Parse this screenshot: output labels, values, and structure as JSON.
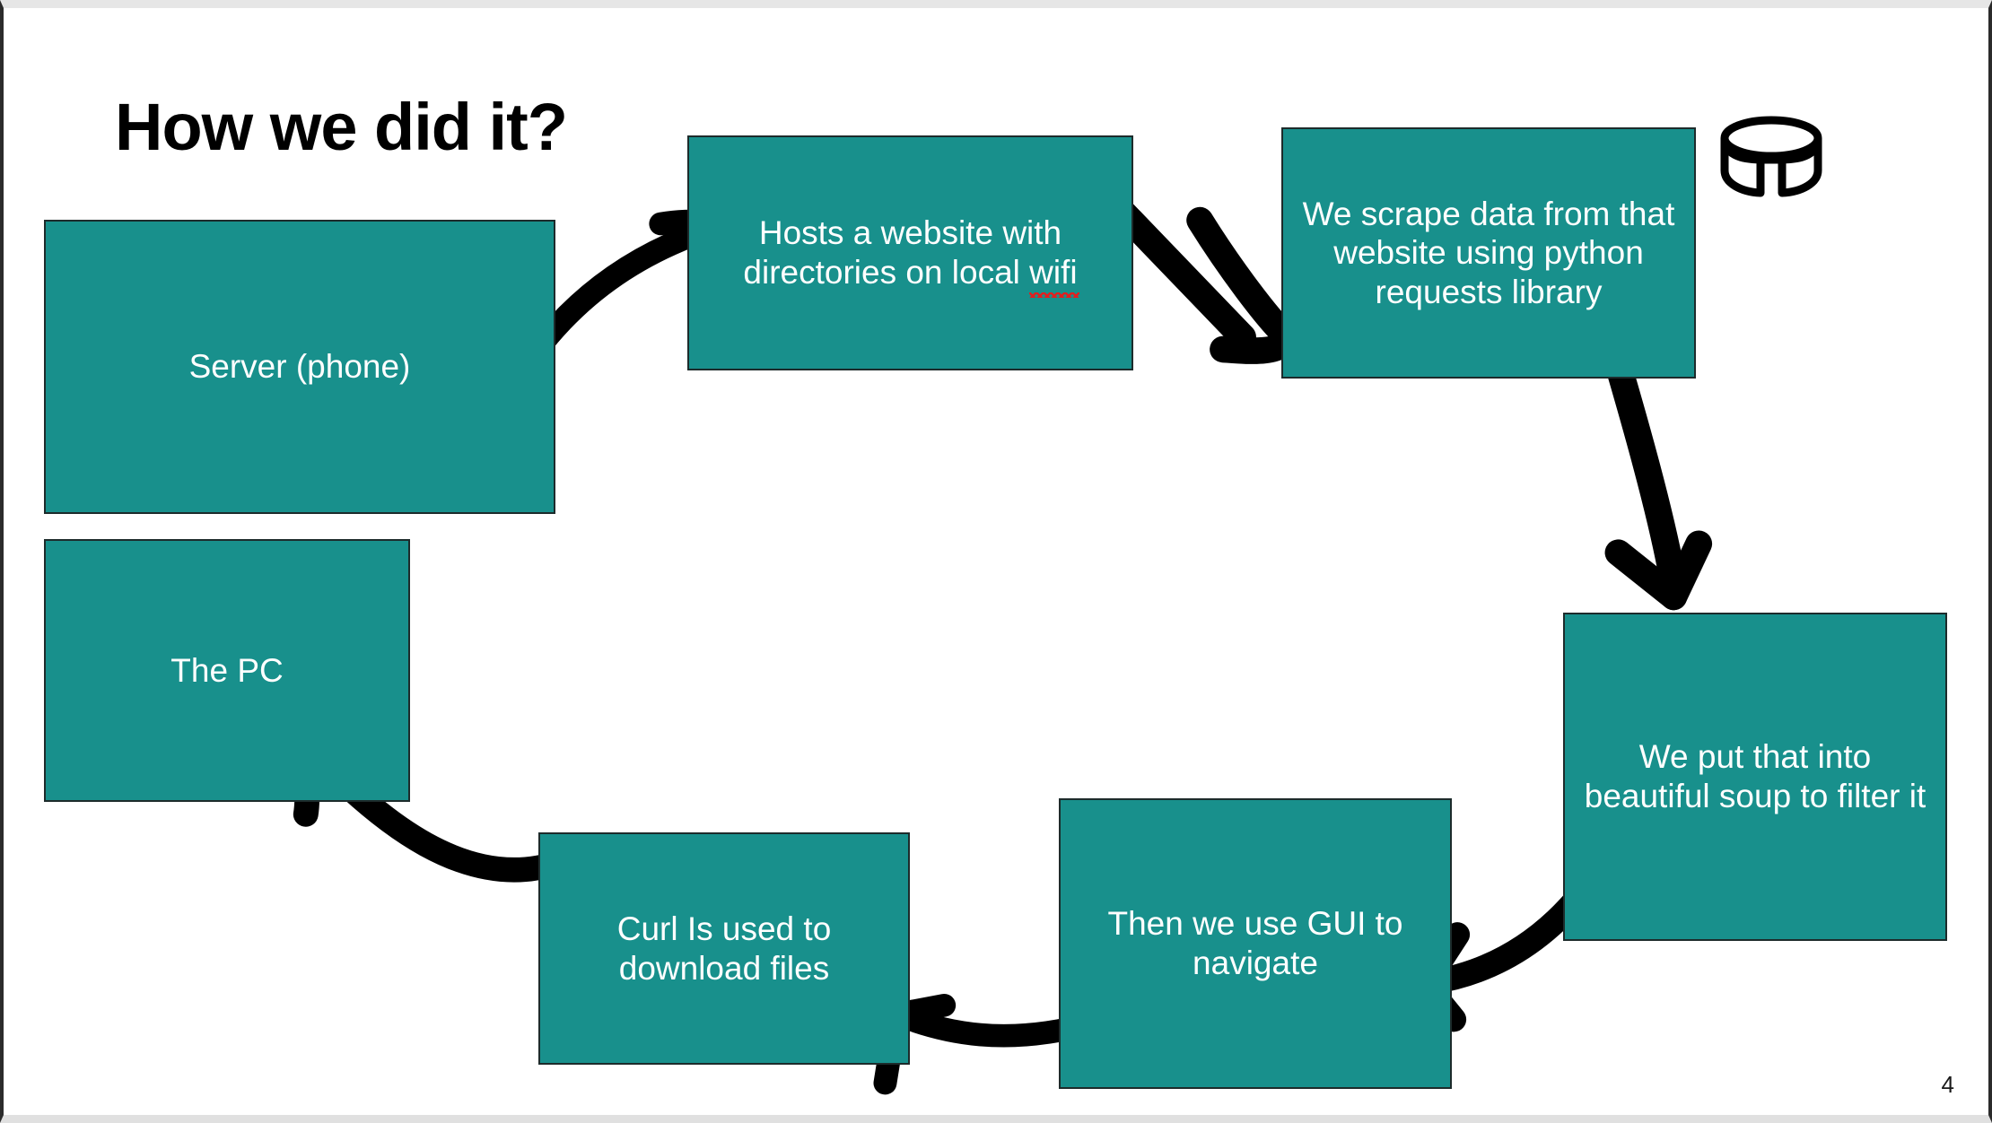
{
  "slide": {
    "title": "How we did it?",
    "page_number": "4",
    "accent_color": "#18908C",
    "text_color": "#FFFFFF",
    "title_color": "#000000",
    "background_color": "#FFFFFF",
    "spellcheck_color": "#E02020",
    "arrow_color": "#000000"
  },
  "icons": {
    "bowl": "soup-bowl-icon"
  },
  "nodes": [
    {
      "id": "server",
      "label": "Server (phone)"
    },
    {
      "id": "hosts",
      "label_line1": "Hosts a website with",
      "label_line2_pre": "directories on local ",
      "label_line2_misspelled": "wifi"
    },
    {
      "id": "scrape",
      "label": "We scrape data from that website using python requests library"
    },
    {
      "id": "soup",
      "label": "We put that into beautiful soup to filter it"
    },
    {
      "id": "gui",
      "label": "Then we use GUI to navigate"
    },
    {
      "id": "curl",
      "label": "Curl Is used to download files"
    },
    {
      "id": "pc",
      "label": "The PC"
    }
  ],
  "flow": {
    "edges": [
      {
        "from": "server",
        "to": "hosts",
        "style": "curved-arrow-right"
      },
      {
        "from": "hosts",
        "to": "scrape",
        "style": "zigzag-arrow-down-right"
      },
      {
        "from": "scrape",
        "to": "soup",
        "style": "straight-arrow-down"
      },
      {
        "from": "soup",
        "to": "gui",
        "style": "curved-arrow-left"
      },
      {
        "from": "gui",
        "to": "curl",
        "style": "arrow-left"
      },
      {
        "from": "curl",
        "to": "pc",
        "style": "curved-arrow-up-left"
      }
    ]
  }
}
